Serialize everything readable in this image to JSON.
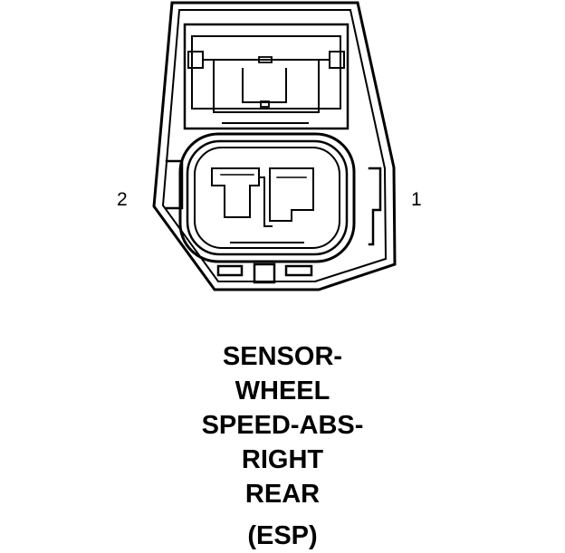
{
  "pins": {
    "pin_left": "2",
    "pin_right": "1"
  },
  "caption": {
    "line1": "SENSOR-",
    "line2": "WHEEL",
    "line3": "SPEED-ABS-",
    "line4": "RIGHT",
    "line5": "REAR",
    "line6": "(ESP)"
  }
}
